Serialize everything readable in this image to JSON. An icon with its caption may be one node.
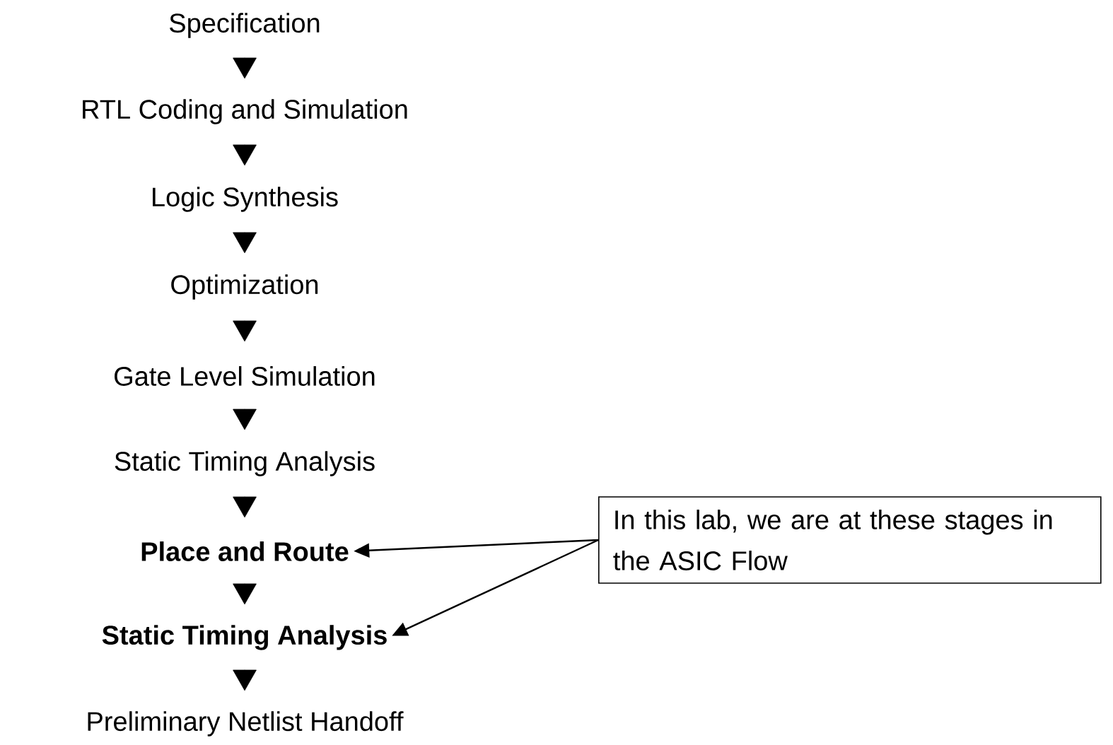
{
  "diagram": {
    "nodes": [
      {
        "text": [
          "Specification"
        ]
      },
      {
        "text": [
          "RTL Coding and Simulation"
        ]
      },
      {
        "text": [
          "Logic Synthesis"
        ]
      },
      {
        "text": [
          "Optimization"
        ]
      },
      {
        "text": [
          "Gate Level Simulation"
        ]
      },
      {
        "text": [
          "Static Timing Analysis"
        ]
      },
      {
        "text": [
          "Place and Route"
        ]
      },
      {
        "text": [
          "Static Timing Analysis"
        ]
      },
      {
        "text": [
          "Preliminary Netlist Handoff"
        ]
      },
      {
        "text": [
          "In this lab, we are at these stages in the ASIC Flow"
        ]
      }
    ],
    "edges": [
      {
        "from": 0,
        "to": 1,
        "arrow": "to"
      },
      {
        "from": 1,
        "to": 2,
        "arrow": "to"
      },
      {
        "from": 2,
        "to": 3,
        "arrow": "to"
      },
      {
        "from": 3,
        "to": 4,
        "arrow": "to"
      },
      {
        "from": 4,
        "to": 5,
        "arrow": "to"
      },
      {
        "from": 5,
        "to": 6,
        "arrow": "to"
      },
      {
        "from": 6,
        "to": 7,
        "arrow": "to"
      },
      {
        "from": 7,
        "to": 8,
        "arrow": "to"
      },
      {
        "from": 9,
        "to": 6,
        "arrow": "to"
      },
      {
        "from": 9,
        "to": 7,
        "arrow": "to"
      }
    ]
  }
}
